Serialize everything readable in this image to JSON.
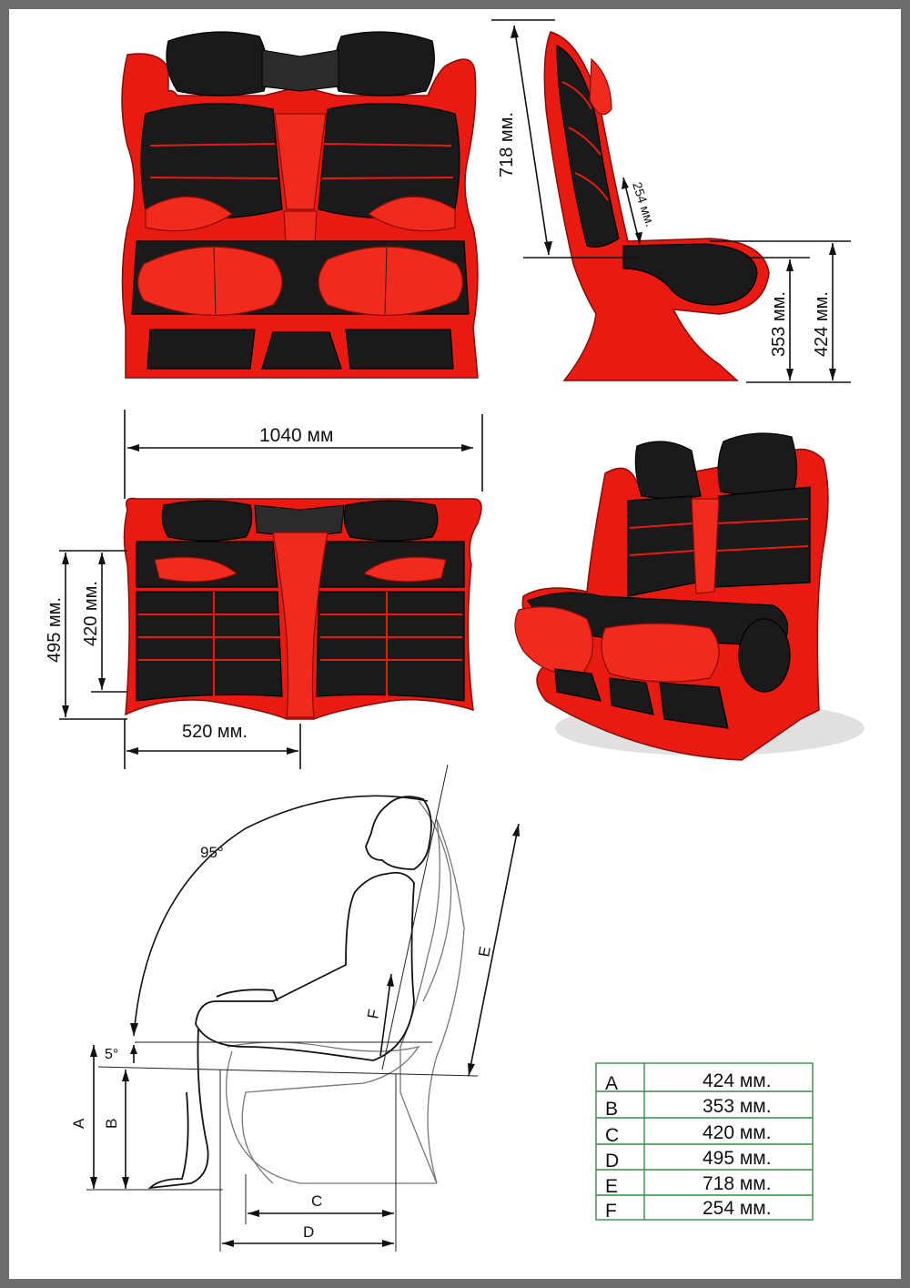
{
  "front_view": {},
  "side_view": {
    "dim_back_height": "718 мм.",
    "dim_back_cushion": "254 мм.",
    "dim_seat_height_inner": "353 мм.",
    "dim_seat_height_outer": "424 мм."
  },
  "top_view": {
    "dim_total_width": "1040 мм",
    "dim_depth_outer": "495 мм.",
    "dim_depth_inner": "420 мм.",
    "dim_seat_width": "520 мм."
  },
  "ergonomics": {
    "angle_back": "95°",
    "angle_seat": "5°",
    "label_a": "A",
    "label_b": "B",
    "label_c": "C",
    "label_d": "D",
    "label_e": "E",
    "label_f": "F"
  },
  "table": {
    "rows": [
      {
        "key": "A",
        "value": "424 мм."
      },
      {
        "key": "B",
        "value": "353 мм."
      },
      {
        "key": "C",
        "value": "420 мм."
      },
      {
        "key": "D",
        "value": "495 мм."
      },
      {
        "key": "E",
        "value": "718 мм."
      },
      {
        "key": "F",
        "value": "254 мм."
      }
    ]
  },
  "colors": {
    "upholstery_red": "#e81a12",
    "upholstery_black": "#1a1a1a",
    "table_border": "#3a8a4a"
  }
}
